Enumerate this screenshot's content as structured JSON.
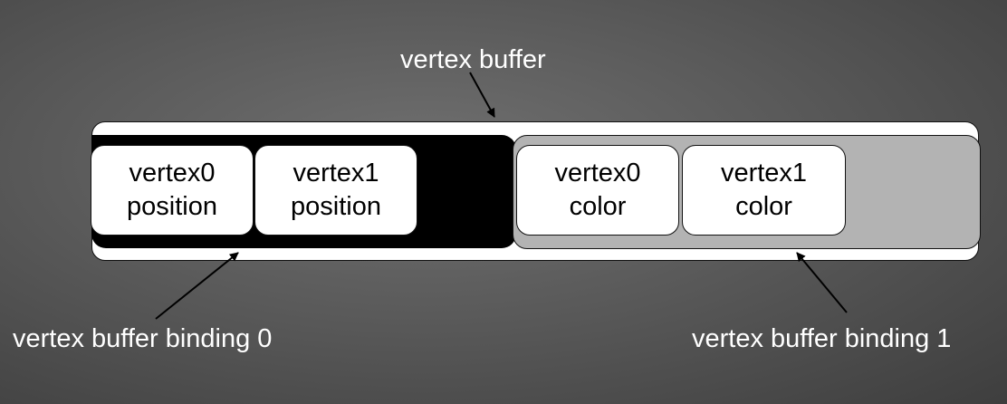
{
  "diagram": {
    "vertex_buffer_label": "vertex buffer",
    "binding0_label": "vertex buffer binding 0",
    "binding1_label": "vertex buffer binding 1",
    "cells": [
      {
        "line1": "vertex0",
        "line2": "position"
      },
      {
        "line1": "vertex1",
        "line2": "position"
      },
      {
        "line1": "vertex0",
        "line2": "color"
      },
      {
        "line1": "vertex1",
        "line2": "color"
      }
    ],
    "colors": {
      "background": "#5e5e5e",
      "binding0_fill": "#000000",
      "binding1_fill": "#b3b3b3",
      "cell_fill": "#ffffff",
      "label_text": "#ffffff"
    }
  }
}
